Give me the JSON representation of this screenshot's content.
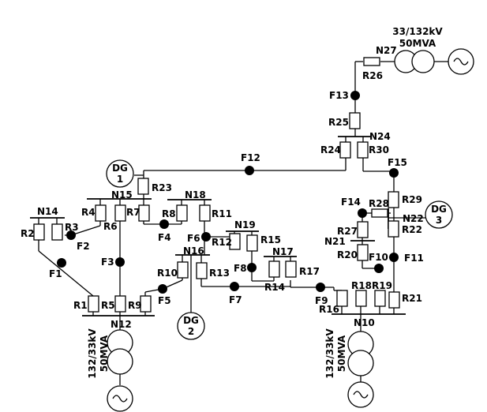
{
  "transformers": {
    "t27": {
      "line1": "33/132kV",
      "line2": "50MVA"
    },
    "t12": {
      "line1": "132/33kV",
      "line2": "50MVA"
    },
    "t10": {
      "line1": "132/33kV",
      "line2": "50MVA"
    }
  },
  "dgs": {
    "dg1": {
      "line1": "DG",
      "line2": "1"
    },
    "dg2": {
      "line1": "DG",
      "line2": "2"
    },
    "dg3": {
      "line1": "DG",
      "line2": "3"
    }
  },
  "nodes": {
    "N10": "N10",
    "N12": "N12",
    "N14": "N14",
    "N15": "N15",
    "N16": "N16",
    "N17": "N17",
    "N18": "N18",
    "N19": "N19",
    "N21": "N21",
    "N22": "N22",
    "N24": "N24",
    "N27": "N27"
  },
  "resistors": {
    "R1": "R1",
    "R2": "R2",
    "R3": "R3",
    "R4": "R4",
    "R5": "R5",
    "R6": "R6",
    "R7": "R7",
    "R8": "R8",
    "R9": "R9",
    "R10": "R10",
    "R11": "R11",
    "R12": "R12",
    "R13": "R13",
    "R14": "R14",
    "R15": "R15",
    "R16": "R16",
    "R17": "R17",
    "R18": "R18",
    "R19": "R19",
    "R20": "R20",
    "R21": "R21",
    "R22": "R22",
    "R23": "R23",
    "R24": "R24",
    "R25": "R25",
    "R26": "R26",
    "R27": "R27",
    "R28": "R28",
    "R29": "R29",
    "R30": "R30"
  },
  "faults": {
    "F1": "F1",
    "F2": "F2",
    "F3": "F3",
    "F4": "F4",
    "F5": "F5",
    "F6": "F6",
    "F7": "F7",
    "F8": "F8",
    "F9": "F9",
    "F10": "F10",
    "F11": "F11",
    "F12": "F12",
    "F13": "F13",
    "F14": "F14",
    "F15": "F15"
  }
}
